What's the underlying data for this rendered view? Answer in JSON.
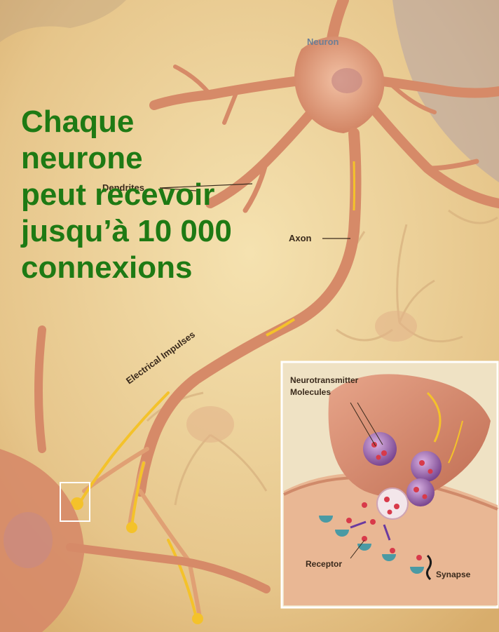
{
  "headline": {
    "lines": [
      "Chaque",
      "neurone",
      "peut recevoir",
      "jusqu’à 10 000",
      "connexions"
    ],
    "color": "#1e7a14"
  },
  "labels": {
    "neuron": "Neuron",
    "dendrites": "Dendrites",
    "axon": "Axon",
    "electrical_impulses": "Electrical Impulses"
  },
  "inset": {
    "neurotransmitter_line1": "Neurotransmitter",
    "neurotransmitter_line2": "Molecules",
    "receptor": "Receptor",
    "synapse": "Synapse"
  },
  "colors": {
    "background": "#e8c98a",
    "neuron_tissue": "#d68a68",
    "impulse": "#f4c22a",
    "molecule": "#d83a4a",
    "vesicle": "#8e5aa0",
    "receptor": "#4a9aa4"
  }
}
